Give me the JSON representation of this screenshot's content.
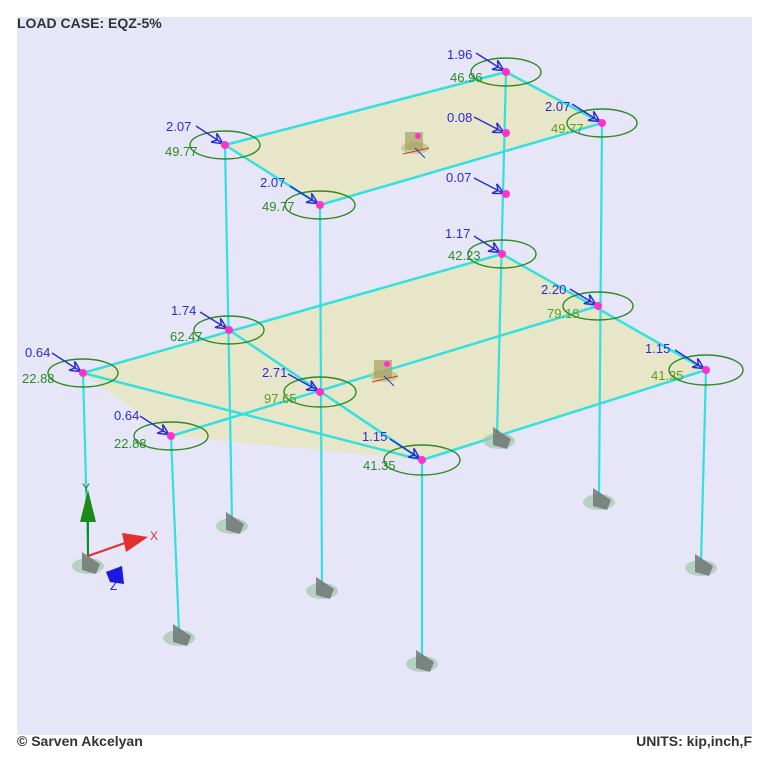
{
  "header": {
    "title": "LOAD CASE: EQZ-5%"
  },
  "footer": {
    "credit": "© Sarven Akcelyan",
    "units": "UNITS: kip,inch,F"
  },
  "axes": {
    "x": "X",
    "y": "Y",
    "z": "Z"
  },
  "colors": {
    "background": "#e6e6f8",
    "member": "#33e0e0",
    "slab": "#e8e6c6",
    "node": "#ff33cc",
    "force": "#2b2bd6",
    "moment": "#2e8b22",
    "axis_x": "#e03030",
    "axis_y": "#1a8a1a",
    "axis_z": "#1a1ae0"
  },
  "roof_loads": [
    {
      "force": "2.07",
      "moment": "49.77"
    },
    {
      "force": "2.07",
      "moment": "49.77"
    },
    {
      "force": "1.96",
      "moment": "46.96"
    },
    {
      "force": "2.07",
      "moment": "49.77"
    },
    {
      "force": "0.08"
    },
    {
      "force": "0.07"
    }
  ],
  "floor_loads": [
    {
      "force": "0.64",
      "moment": "22.88"
    },
    {
      "force": "0.64",
      "moment": "22.88"
    },
    {
      "force": "1.74",
      "moment": "62.47"
    },
    {
      "force": "2.71",
      "moment": "97.65"
    },
    {
      "force": "1.15",
      "moment": "41.35"
    },
    {
      "force": "1.17",
      "moment": "42.23"
    },
    {
      "force": "2.20",
      "moment": "79.18"
    },
    {
      "force": "1.15",
      "moment": "41.35"
    }
  ]
}
